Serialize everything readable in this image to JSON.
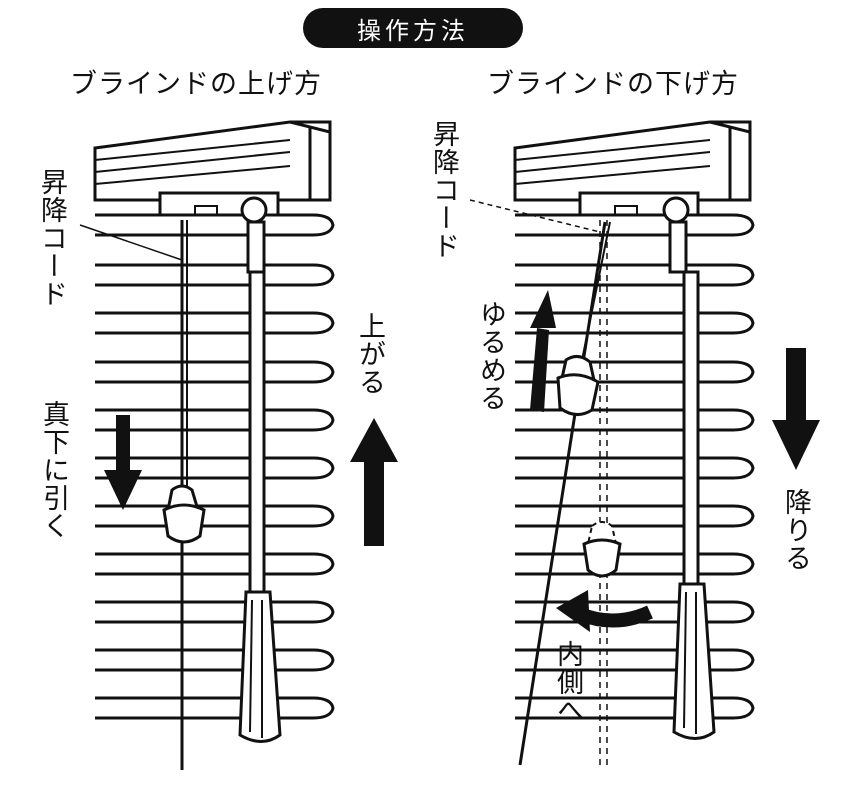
{
  "title": "操作方法",
  "panels": {
    "left": {
      "heading": "ブラインドの上げ方",
      "cord_label": "昇降コード",
      "pull_label": "真下に引く",
      "result_label": "上がる"
    },
    "right": {
      "heading": "ブラインドの下げ方",
      "cord_label": "昇降コード",
      "loosen_label": "ゆるめる",
      "inward_label": "内側へ",
      "result_label": "降りる"
    }
  },
  "colors": {
    "ink": "#111111",
    "paper": "#ffffff",
    "pill": "#111111"
  }
}
